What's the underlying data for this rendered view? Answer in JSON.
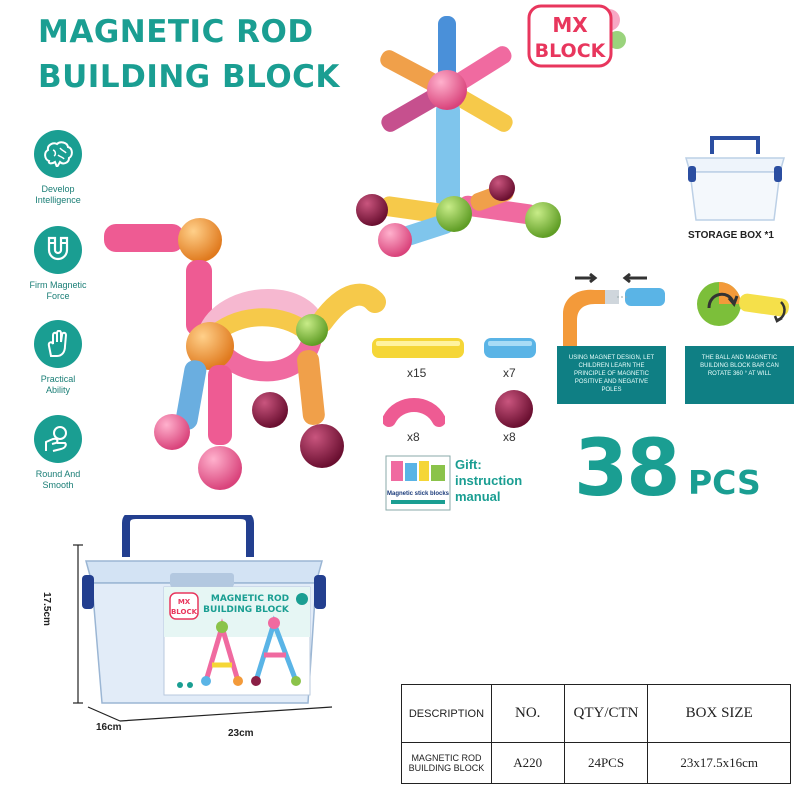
{
  "title": "MAGNETIC ROD BUILDING BLOCK",
  "brand": {
    "line1": "MX",
    "line2": "BLOCK"
  },
  "features": [
    {
      "icon": "brain-icon",
      "label1": "Develop",
      "label2": "Intelligence"
    },
    {
      "icon": "magnet-icon",
      "label1": "Firm Magnetic",
      "label2": "Force"
    },
    {
      "icon": "hand-icon",
      "label1": "Practical",
      "label2": "Ability"
    },
    {
      "icon": "touch-hand-icon",
      "label1": "Round And",
      "label2": "Smooth"
    }
  ],
  "storage_box_label": "STORAGE BOX *1",
  "diagrams": [
    {
      "caption": "USING MAGNET DESIGN, LET CHILDREN LEARN THE PRINCIPLE OF MAGNETIC POSITIVE AND NEGATIVE POLES"
    },
    {
      "caption": "THE BALL AND MAGNETIC BUILDING BLOCK BAR CAN ROTATE 360 ° AT WILL"
    }
  ],
  "parts": [
    {
      "name": "yellow-rod",
      "qty": "x15"
    },
    {
      "name": "blue-rod",
      "qty": "x7"
    },
    {
      "name": "pink-curved-rod",
      "qty": "x8"
    },
    {
      "name": "purple-ball",
      "qty": "x8"
    }
  ],
  "gift": {
    "line1": "Gift:",
    "line2": "instruction",
    "line3": "manual"
  },
  "manual_cover_text": "Magnetic stick blocks",
  "count": {
    "number": "38",
    "unit": "PCS"
  },
  "box_print": {
    "brand1": "MX",
    "brand2": "BLOCK",
    "title1": "MAGNETIC ROD",
    "title2": "BUILDING BLOCK"
  },
  "dimensions": {
    "height": "17.5cm",
    "depth": "16cm",
    "width": "23cm"
  },
  "spec_table": {
    "headers": [
      "DESCRIPTION",
      "NO.",
      "QTY/CTN",
      "BOX SIZE"
    ],
    "row": [
      "MAGNETIC ROD BUILDING BLOCK",
      "A220",
      "24PCS",
      "23x17.5x16cm"
    ]
  },
  "colors": {
    "teal": "#1a9e92",
    "dark_teal": "#0f7f84",
    "pink": "#ee5b93",
    "blue": "#5ab4e6",
    "yellow": "#f5d637",
    "orange": "#f39a3a",
    "purple": "#8a1f45",
    "green": "#8bc34a"
  }
}
